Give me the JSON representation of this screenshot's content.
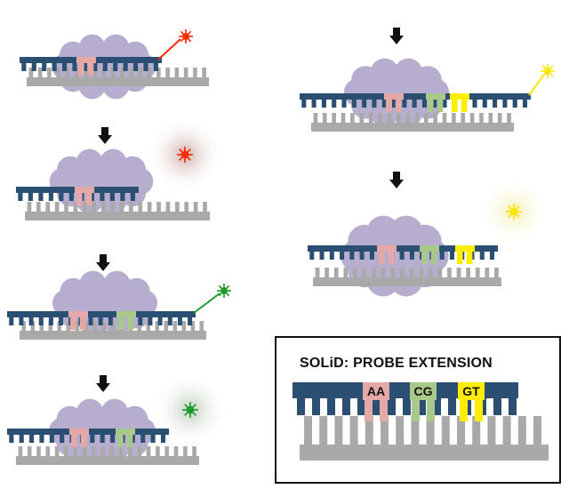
{
  "legend": {
    "title": "SOLiD: PROBE EXTENSION",
    "labels": [
      "AA",
      "CG",
      "GT"
    ]
  },
  "colors": {
    "probe_blue": "#2b4f73",
    "template_gray": "#a9a9a9",
    "ribosome_lilac": "#b7aecf",
    "base_pink": "#e4a9a6",
    "base_green": "#a9c98b",
    "base_yellow": "#ffee00",
    "dye_red": "#ff2a00",
    "dye_green": "#1c9a2a",
    "dye_yellow": "#ffe600",
    "arrow_black": "#111111"
  },
  "icons": [
    "down-arrow-icon",
    "starburst-dye-icon",
    "glow-dye-icon"
  ]
}
